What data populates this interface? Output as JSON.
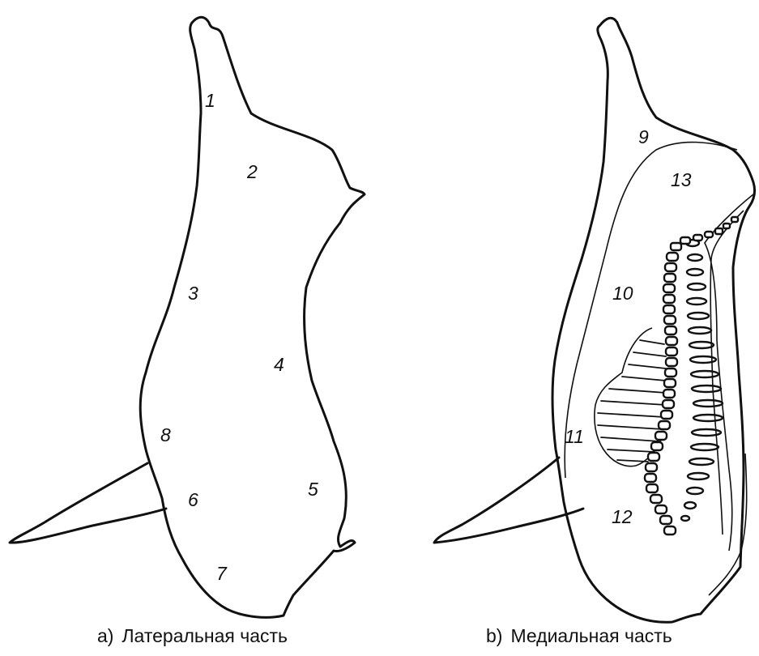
{
  "panels": {
    "lateral": {
      "caption_letter": "a)",
      "caption_text": "Латеральная часть",
      "labels": [
        "1",
        "2",
        "3",
        "4",
        "5",
        "6",
        "7",
        "8"
      ]
    },
    "medial": {
      "caption_letter": "b)",
      "caption_text": "Медиальная часть",
      "labels": [
        "9",
        "10",
        "11",
        "12",
        "13"
      ]
    }
  }
}
